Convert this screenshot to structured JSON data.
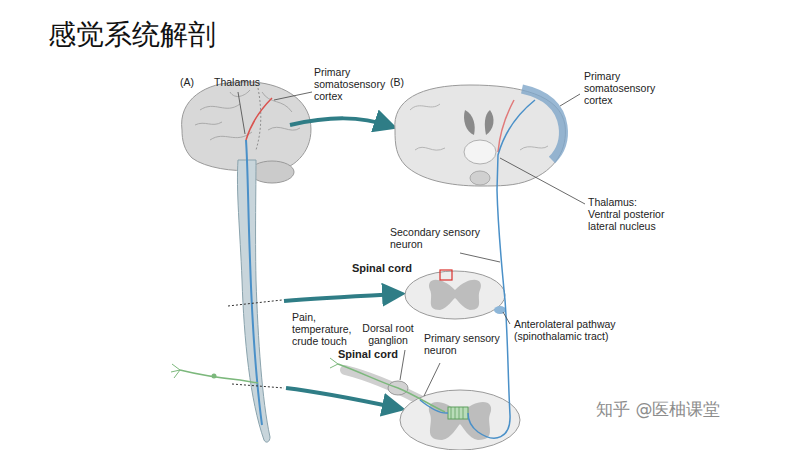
{
  "diagram": {
    "title": "感觉系统解剖",
    "labels": [
      "(A)",
      "Thalamus",
      "Primary somatosensory cortex",
      "(B)",
      "Primary somatosensory cortex",
      "Thalamus: Ventral posterior lateral nucleus",
      "Secondary sensory neuron",
      "Spinal cord",
      "Anterolateral pathway (spinothalamic tract)",
      "Pain, temperature, crude touch",
      "Dorsal root ganglion",
      "Spinal cord",
      "Primary sensory neuron",
      "知乎 @医柚课堂"
    ]
  }
}
